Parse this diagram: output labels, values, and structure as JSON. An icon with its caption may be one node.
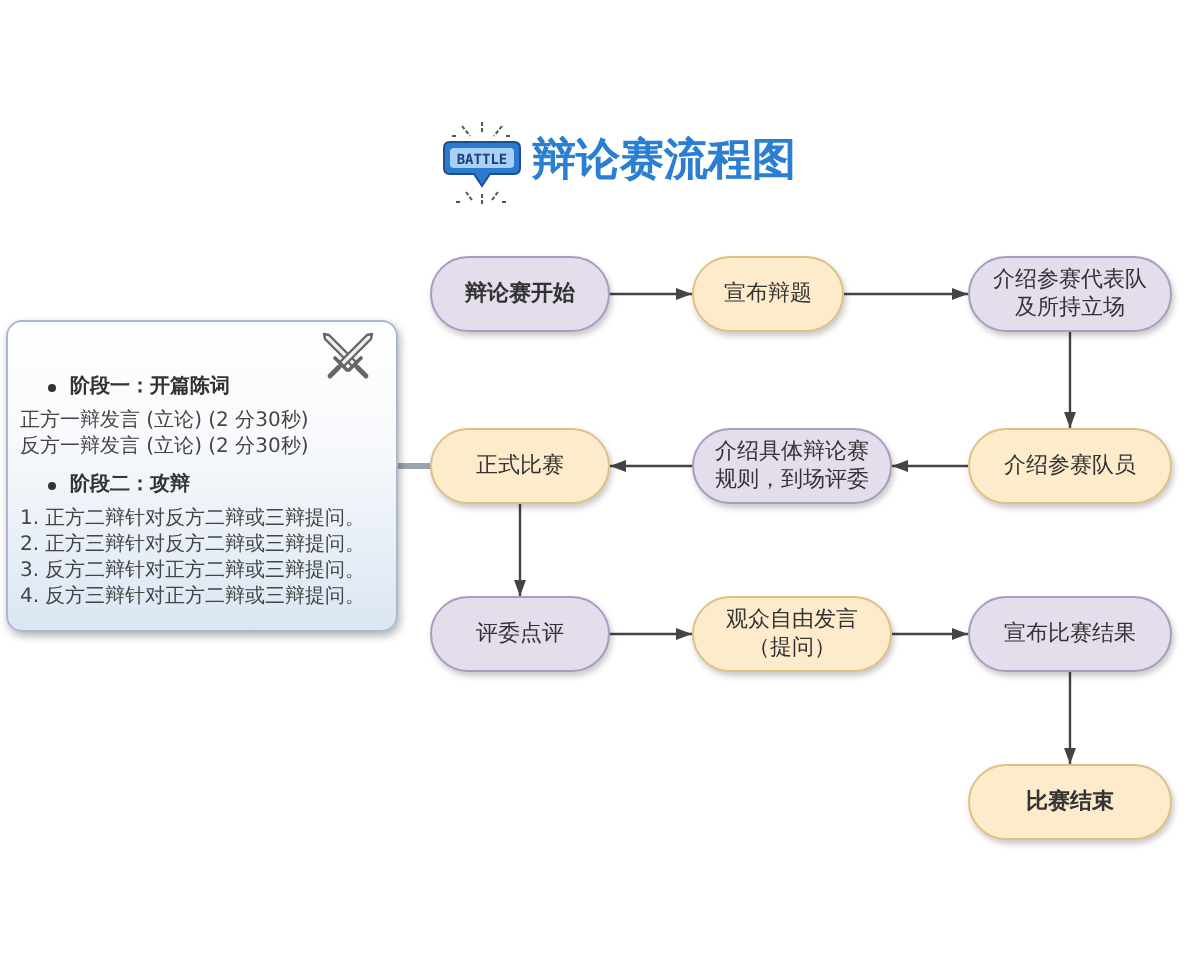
{
  "diagram": {
    "title": "辩论赛流程图",
    "nodes": [
      {
        "text": [
          "辩论赛开始"
        ]
      },
      {
        "text": [
          "宣布辩题"
        ]
      },
      {
        "text": [
          "介绍参赛代表队及所持立场"
        ]
      },
      {
        "text": [
          "阶段一：开篇陈词",
          "正方一辩发言 (立论) (2 分30秒)",
          "反方一辩发言 (立论) (2 分30秒)",
          "阶段二：攻辩",
          "1. 正方二辩针对反方二辩或三辩提问。",
          "2. 正方三辩针对反方二辩或三辩提问。",
          "3. 反方二辩针对正方二辩或三辩提问。",
          "4. 反方三辩针对正方二辩或三辩提问。"
        ]
      },
      {
        "text": [
          "正式比赛"
        ]
      },
      {
        "text": [
          "介绍具体辩论赛规则，到场评委"
        ]
      },
      {
        "text": [
          "介绍参赛队员"
        ]
      },
      {
        "text": [
          "评委点评"
        ]
      },
      {
        "text": [
          "观众自由发言（提问）"
        ]
      },
      {
        "text": [
          "宣布比赛结果"
        ]
      },
      {
        "text": [
          "比赛结束"
        ]
      }
    ],
    "edges": [
      {
        "from": 0,
        "to": 1,
        "arrow": "to"
      },
      {
        "from": 1,
        "to": 2,
        "arrow": "to"
      },
      {
        "from": 2,
        "to": 6,
        "arrow": "to"
      },
      {
        "from": 6,
        "to": 5,
        "arrow": "to"
      },
      {
        "from": 5,
        "to": 4,
        "arrow": "to"
      },
      {
        "from": 3,
        "to": 4,
        "arrow": "none",
        "style": "thick",
        "color": "#9aa5b1"
      },
      {
        "from": 4,
        "to": 7,
        "arrow": "to"
      },
      {
        "from": 7,
        "to": 8,
        "arrow": "to"
      },
      {
        "from": 8,
        "to": 9,
        "arrow": "to"
      },
      {
        "from": 9,
        "to": 10,
        "arrow": "to"
      }
    ],
    "labels": [
      "BATTLE"
    ]
  }
}
